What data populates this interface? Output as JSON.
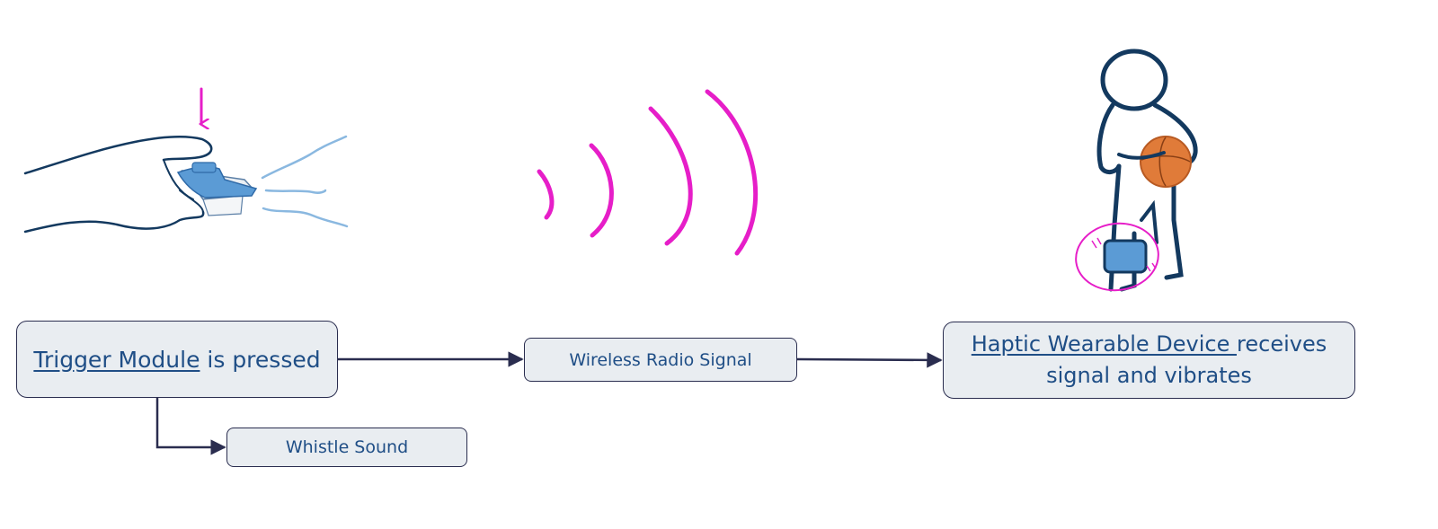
{
  "nodes": {
    "trigger": {
      "link": "Trigger Module",
      "text": " is pressed"
    },
    "radio": {
      "text": "Wireless Radio Signal"
    },
    "haptic": {
      "link": "Haptic Wearable Device ",
      "text": "receives",
      "line2": "signal and vibrates"
    },
    "whistle": {
      "text": "Whistle Sound"
    }
  },
  "edges": [
    {
      "from": "Trigger Module is pressed",
      "to": "Wireless Radio Signal"
    },
    {
      "from": "Wireless Radio Signal",
      "to": "Haptic Wearable Device receives signal and vibrates"
    },
    {
      "from": "Trigger Module is pressed",
      "to": "Whistle Sound"
    }
  ],
  "illustrations": {
    "left": "hand-pressing-trigger-icon",
    "center": "radio-wave-icon",
    "right": "player-with-basketball-icon"
  },
  "colors": {
    "accent": "#e61ec8",
    "device_blue": "#5b9bd5",
    "basketball": "#e07b39",
    "outline": "#13395f",
    "box_fill": "#e9edf1",
    "box_border": "#2a2d4f",
    "text": "#1f4e86"
  }
}
